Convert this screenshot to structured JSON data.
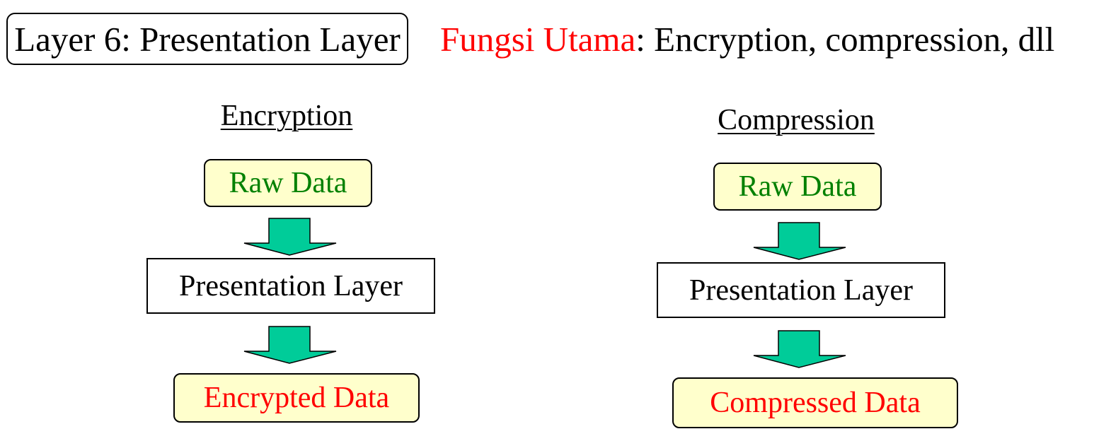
{
  "header": {
    "title": "Layer 6: Presentation Layer",
    "function_label": "Fungsi Utama",
    "function_text": ": Encryption, compression, dll"
  },
  "colors": {
    "accent_red": "#ff0000",
    "green_text": "#008000",
    "box_fill": "#ffffcc",
    "arrow_fill": "#00cc99"
  },
  "diagrams": [
    {
      "heading": "Encryption",
      "input": "Raw Data",
      "process": "Presentation Layer",
      "output": "Encrypted Data"
    },
    {
      "heading": "Compression",
      "input": "Raw Data",
      "process": "Presentation Layer",
      "output": "Compressed Data"
    }
  ]
}
